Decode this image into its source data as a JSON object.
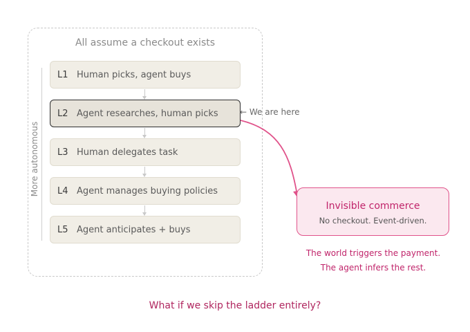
{
  "group": {
    "title": "All assume a checkout exists"
  },
  "axis": {
    "label": "More autonomous"
  },
  "levels": [
    {
      "code": "L1",
      "text": "Human picks, agent buys"
    },
    {
      "code": "L2",
      "text": "Agent researches, human picks"
    },
    {
      "code": "L3",
      "text": "Human delegates task"
    },
    {
      "code": "L4",
      "text": "Agent manages buying policies"
    },
    {
      "code": "L5",
      "text": "Agent anticipates + buys"
    }
  ],
  "current_marker": {
    "text": "← We are here"
  },
  "target": {
    "title": "Invisible commerce",
    "subtitle": "No checkout. Event-driven."
  },
  "captions": [
    "The world triggers the payment.",
    "The agent infers the rest."
  ],
  "question": "What if we skip the ladder entirely?",
  "colors": {
    "accent": "#e0528a",
    "accent_text": "#c0246a",
    "level_bg": "#f1eee6"
  }
}
